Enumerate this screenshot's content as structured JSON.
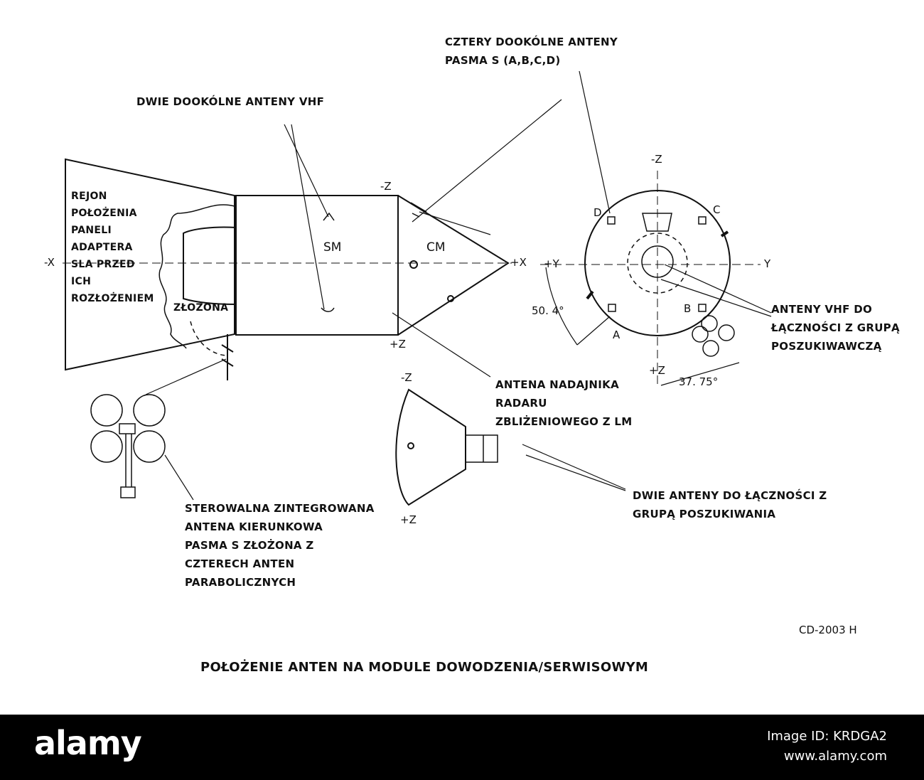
{
  "labels": {
    "vhf_top": "DWIE DOOKÓLNE ANTENY VHF",
    "sband_four": [
      "CZTERY DOOKÓLNE ANTENY",
      "PASMA S (A,B,C,D)"
    ],
    "region": [
      "REJON",
      "POŁOŻENIA",
      "PANELI",
      "ADAPTERA",
      "SLA PRZED",
      "ICH",
      "ROZŁOŻENIEM"
    ],
    "folded": "ZŁOŻONA",
    "sm": "SM",
    "cm": "CM",
    "radar": [
      "ANTENA NADAJNIKA",
      "RADARU",
      "ZBLIŻENIOWEGO Z LM"
    ],
    "vhf_recovery": [
      "ANTENY VHF DO",
      "ŁĄCZNOŚCI Z GRUPĄ",
      "POSZUKIWAWCZĄ"
    ],
    "two_antennas": [
      "DWIE ANTENY DO ŁĄCZNOŚCI Z",
      "GRUPĄ POSZUKIWANIA"
    ],
    "steerable": [
      "STEROWALNA ZINTEGROWANA",
      "ANTENA KIERUNKOWA",
      "PASMA S ZŁOŻONA Z",
      "CZTERECH ANTEN",
      "PARABOLICZNYCH"
    ],
    "code": "CD-2003 H",
    "caption": "POŁOŻENIE ANTEN NA  MODULE DOWODZENIA/SERWISOWYM"
  },
  "axes": {
    "minus_x": "-X",
    "plus_x": "+X",
    "minus_z_side": "-Z",
    "plus_z_side": "+Z",
    "plus_y": "+Y",
    "minus_z_top": "-Z",
    "y_right": "Y",
    "plus_z_bottom": "+Z",
    "minus_z_cm": "-Z",
    "plus_z_cm": "+Z",
    "angle_1": "50. 4°",
    "angle_2": "37. 75°",
    "letter_a": "A",
    "letter_b": "B",
    "letter_c": "C",
    "letter_d": "D"
  },
  "watermark": {
    "logo": "alamy",
    "image_id": "Image ID: KRDGA2",
    "site": "www.alamy.com"
  },
  "colors": {
    "ink": "#111111",
    "bar": "#000000",
    "logo": "#ffffff"
  }
}
